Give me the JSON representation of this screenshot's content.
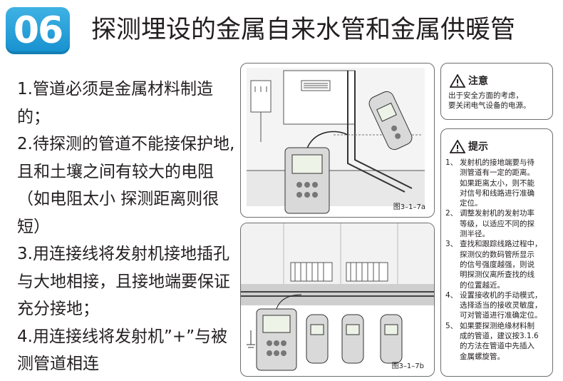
{
  "badge": "06",
  "title": "探测埋设的金属自来水管和金属供暖管",
  "left_paragraphs": [
    "1.管道必须是金属材料制造的；",
    "2.待探测的管道不能接保护地,且和土壤之间有较大的电阻（如电阻太小 探测距离则很短）",
    "3.用连接线将发射机接地插孔与大地相接，且接地端要保证充分接地；",
    "4.用连接线将发射机”+”与被测管道相连"
  ],
  "figure_a_caption": "图3–1–7a",
  "figure_b_caption": "图3–1–7b",
  "caution": {
    "title": "注意",
    "lines": [
      "出于安全方面的考虑，",
      "要关闭电气设备的电源。"
    ]
  },
  "tips": {
    "title": "提示",
    "items": [
      {
        "num": "1、",
        "lines": [
          "发射机的接地端要与待",
          "测管道有一定的距离。",
          "如果距离太小，则不能",
          "对信号和线路进行准确",
          "定位。"
        ]
      },
      {
        "num": "2、",
        "lines": [
          "调整发射机的发射功率",
          "等级，以适应不同的探",
          "测半径。"
        ]
      },
      {
        "num": "3、",
        "lines": [
          "查找和跟踪线路过程中，",
          "探测仪的数码管所显示",
          "的信号强度越强，则说",
          "明探测仪离所查找的线",
          "的位置越近。"
        ]
      },
      {
        "num": "4、",
        "lines": [
          "设置接收机的手动模式，",
          "选择适当的接收灵敏度，",
          "可对管道进行准确定位。"
        ]
      },
      {
        "num": "5、",
        "lines": [
          "如果要探测绝缘材料制",
          "成的管道，建议按3.1.6",
          "的方法在管道中先插入",
          "金属螺旋管。"
        ]
      }
    ]
  },
  "colors": {
    "badge": "#1e9bd7",
    "border": "#6d6e71",
    "text": "#231f20"
  }
}
